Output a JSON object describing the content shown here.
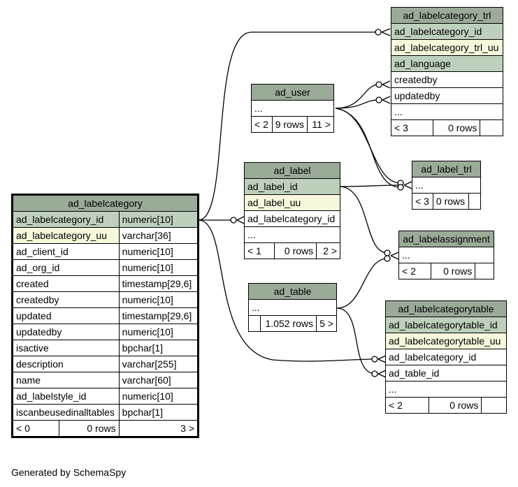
{
  "footer": "Generated by SchemaSpy",
  "tables": {
    "ad_labelcategory": {
      "title": "ad_labelcategory",
      "columns": [
        {
          "name": "ad_labelcategory_id",
          "type": "numeric[10]"
        },
        {
          "name": "ad_labelcategory_uu",
          "type": "varchar[36]"
        },
        {
          "name": "ad_client_id",
          "type": "numeric[10]"
        },
        {
          "name": "ad_org_id",
          "type": "numeric[10]"
        },
        {
          "name": "created",
          "type": "timestamp[29,6]"
        },
        {
          "name": "createdby",
          "type": "numeric[10]"
        },
        {
          "name": "updated",
          "type": "timestamp[29,6]"
        },
        {
          "name": "updatedby",
          "type": "numeric[10]"
        },
        {
          "name": "isactive",
          "type": "bpchar[1]"
        },
        {
          "name": "description",
          "type": "varchar[255]"
        },
        {
          "name": "name",
          "type": "varchar[60]"
        },
        {
          "name": "ad_labelstyle_id",
          "type": "numeric[10]"
        },
        {
          "name": "iscanbeusedinalltables",
          "type": "bpchar[1]"
        }
      ],
      "footer": {
        "parents": "< 0",
        "rows": "0 rows",
        "children": "3 >"
      }
    },
    "ad_labelcategory_trl": {
      "title": "ad_labelcategory_trl",
      "columns": [
        "ad_labelcategory_id",
        "ad_labelcategory_trl_uu",
        "ad_language",
        "createdby",
        "updatedby",
        "..."
      ],
      "footer": {
        "parents": "< 3",
        "rows": "0 rows",
        "children": ""
      }
    },
    "ad_user": {
      "title": "ad_user",
      "columns": [
        "..."
      ],
      "footer": {
        "parents": "< 2",
        "rows": "9 rows",
        "children": "11 >"
      }
    },
    "ad_label": {
      "title": "ad_label",
      "columns": [
        "ad_label_id",
        "ad_label_uu",
        "ad_labelcategory_id",
        "..."
      ],
      "footer": {
        "parents": "< 1",
        "rows": "0 rows",
        "children": "2 >"
      }
    },
    "ad_label_trl": {
      "title": "ad_label_trl",
      "columns": [
        "..."
      ],
      "footer": {
        "parents": "< 3",
        "rows": "0 rows",
        "children": ""
      }
    },
    "ad_labelassignment": {
      "title": "ad_labelassignment",
      "columns": [
        "..."
      ],
      "footer": {
        "parents": "< 2",
        "rows": "0 rows",
        "children": ""
      }
    },
    "ad_table": {
      "title": "ad_table",
      "columns": [
        "..."
      ],
      "footer": {
        "parents": "",
        "rows": "1.052 rows",
        "children": "5 >"
      }
    },
    "ad_labelcategorytable": {
      "title": "ad_labelcategorytable",
      "columns": [
        "ad_labelcategorytable_id",
        "ad_labelcategorytable_uu",
        "ad_labelcategory_id",
        "ad_table_id",
        "..."
      ],
      "footer": {
        "parents": "< 2",
        "rows": "0 rows",
        "children": ""
      }
    }
  }
}
